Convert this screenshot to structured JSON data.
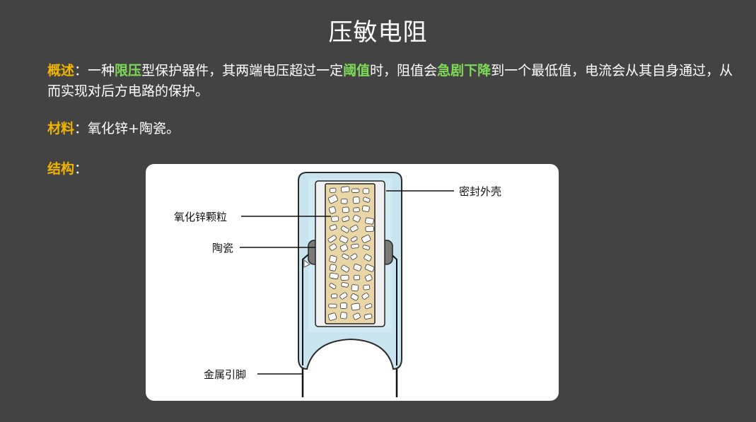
{
  "title": "压敏电阻",
  "overview": {
    "label": "概述",
    "colon": "：",
    "t1": "一种",
    "h1": "限压",
    "t2": "型保护器件，其两端电压超过一定",
    "h2": "阈值",
    "t3": "时，阻值会",
    "h3": "急剧下降",
    "t4": "到一个最低值，电流会从其自身通过，从而实现对后方电路的保护。"
  },
  "material": {
    "label": "材料",
    "colon": "：",
    "text": "氧化锌+陶瓷。"
  },
  "structure": {
    "label": "结构",
    "colon": "："
  },
  "diagram": {
    "labels": {
      "shell": "密封外壳",
      "grains": "氧化锌颗粒",
      "ceramic": "陶瓷",
      "leads": "金属引脚"
    },
    "colors": {
      "shell_fill": "#c7e4ef",
      "core_fill": "#e8d6a6",
      "grain_fill": "#ffffff",
      "electrode": "#7a7a7a"
    }
  }
}
